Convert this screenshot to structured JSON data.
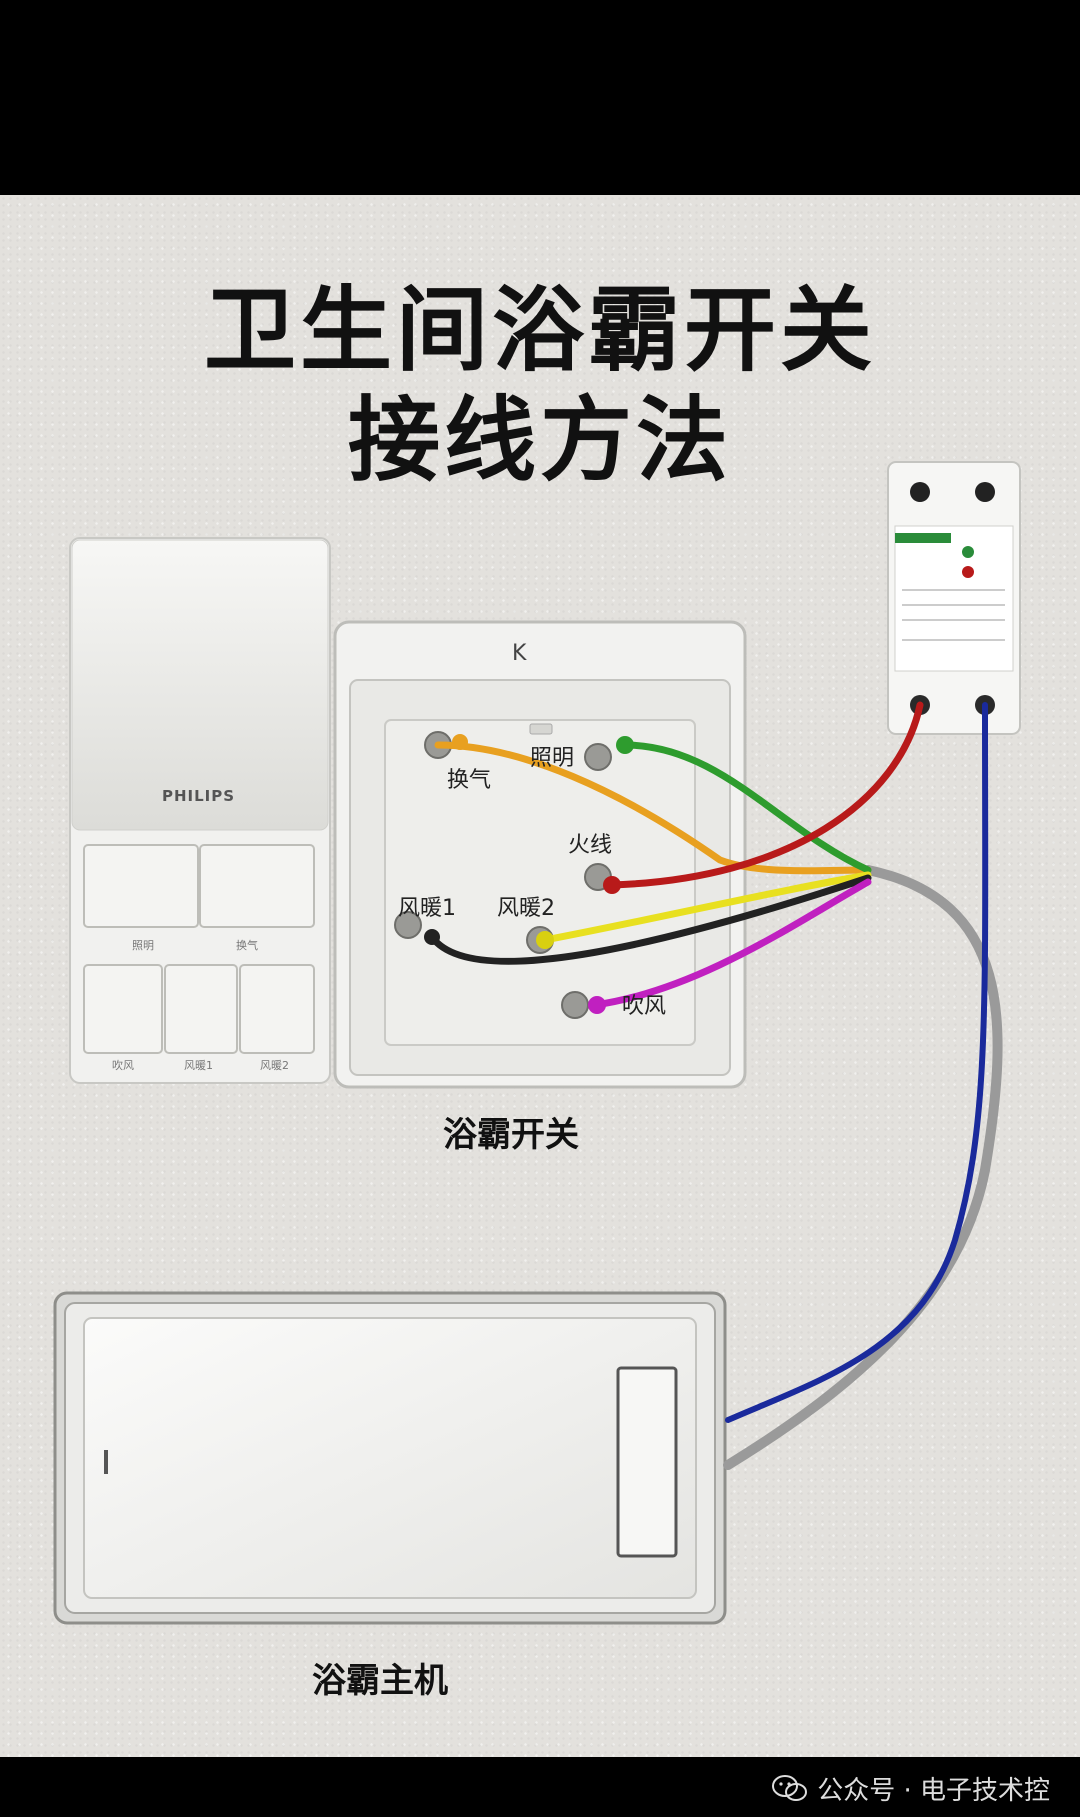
{
  "title": {
    "line1": "卫生间浴霸开关",
    "line2": "接线方法"
  },
  "captions": {
    "switch": "浴霸开关",
    "host": "浴霸主机"
  },
  "terminal_labels": {
    "ventilation": "换气",
    "lighting": "照明",
    "live": "火线",
    "heat1": "风暖1",
    "heat2": "风暖2",
    "blow": "吹风"
  },
  "switch_front": {
    "brand": "PHILIPS",
    "top_labels": [
      "照明",
      "换气"
    ],
    "bottom_labels": [
      "吹风",
      "风暖1",
      "风暖2"
    ]
  },
  "wire_colors": {
    "ventilation": "#e8a020",
    "lighting": "#2e9c2e",
    "live": "#b81a1a",
    "heat1": "#222222",
    "heat2": "#e8e020",
    "blow": "#c020c0",
    "neutral": "#1a2a9c",
    "cable_sheath": "#9a9a9a"
  },
  "watermark": {
    "text": "公众号 · 电子技术控",
    "icon": "wechat-icon"
  }
}
